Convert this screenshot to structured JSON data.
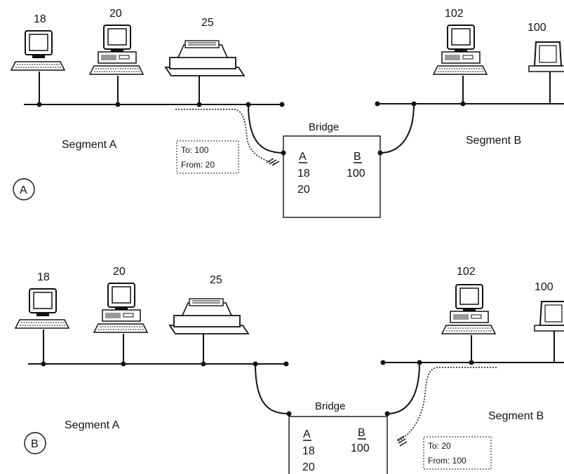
{
  "panels": [
    {
      "panel_label": "A",
      "segment_a_label": "Segment A",
      "segment_b_label": "Segment B",
      "bridge_label": "Bridge",
      "devices": {
        "pc_18": "18",
        "pc_20": "20",
        "printer_25": "25",
        "pc_102": "102",
        "pc_100": "100"
      },
      "table": {
        "col_a_header": "A",
        "col_b_header": "B",
        "a_row1": "18",
        "a_row2": "20",
        "b_row1": "100"
      },
      "frame": {
        "to": "To: 100",
        "from": "From: 20"
      }
    },
    {
      "panel_label": "B",
      "segment_a_label": "Segment A",
      "segment_b_label": "Segment B",
      "bridge_label": "Bridge",
      "devices": {
        "pc_18": "18",
        "pc_20": "20",
        "printer_25": "25",
        "pc_102": "102",
        "pc_100": "100"
      },
      "table": {
        "col_a_header": "A",
        "col_b_header": "B",
        "a_row1": "18",
        "a_row2": "20",
        "b_row1": "100"
      },
      "frame": {
        "to": "To: 20",
        "from": "From: 100"
      }
    }
  ]
}
